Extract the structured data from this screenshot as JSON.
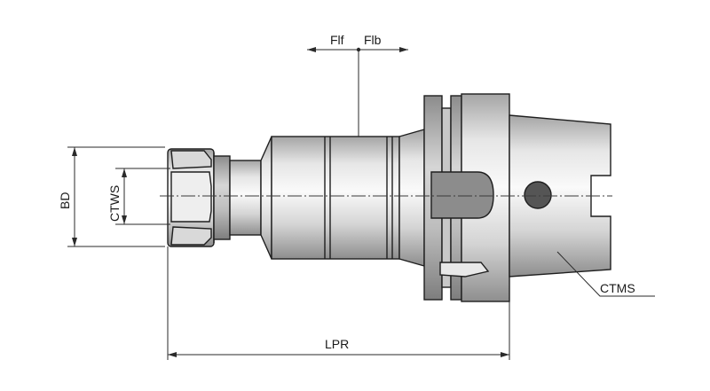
{
  "labels": {
    "flf": "Flf",
    "flb": "Flb",
    "bd": "BD",
    "ctws": "CTWS",
    "lpr": "LPR",
    "ctms": "CTMS"
  },
  "colors": {
    "body_light": "#f2f2f2",
    "body_mid": "#cfcfcf",
    "body_dark": "#9a9a9a",
    "outline": "#1e1e1e",
    "hole": "#555555"
  }
}
